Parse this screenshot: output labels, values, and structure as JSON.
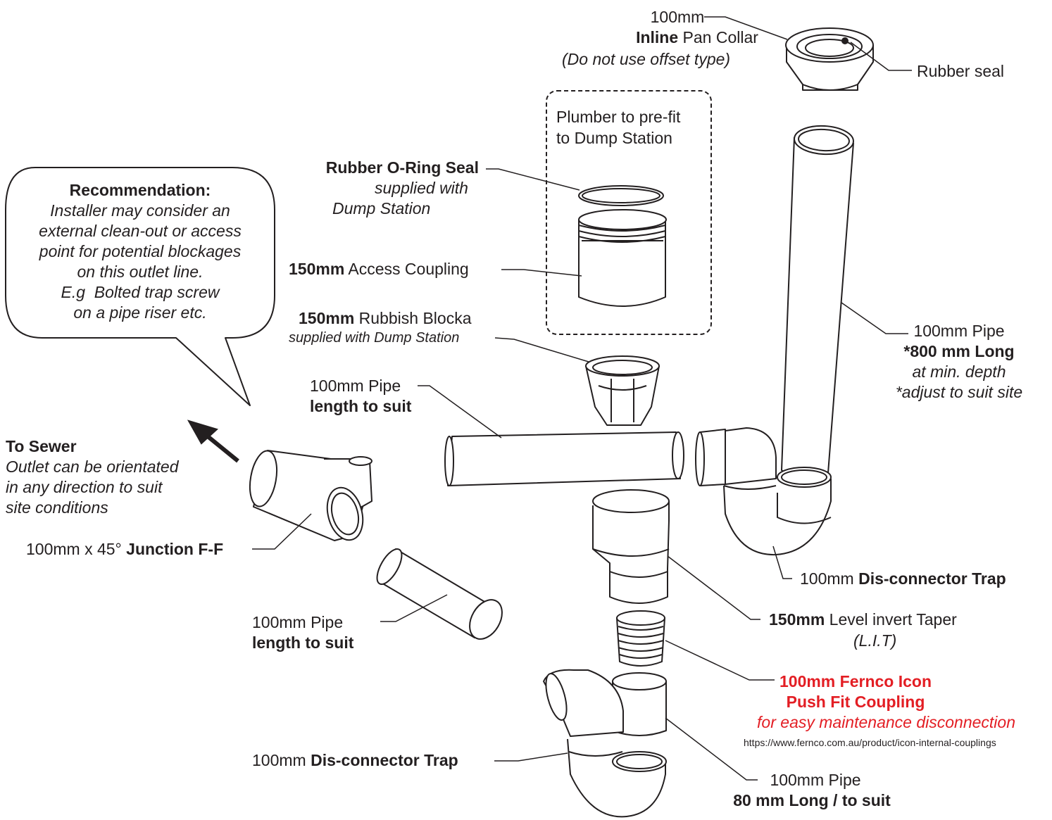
{
  "pan_collar": {
    "size": "100mm",
    "name_bold": "Inline",
    "name": " Pan Collar",
    "note": "(Do not use offset type)"
  },
  "rubber_seal": "Rubber seal",
  "prefit_box": {
    "line1": "Plumber to pre-fit",
    "line2": "to Dump Station"
  },
  "oring": {
    "name": "Rubber O-Ring Seal",
    "note1": "supplied with",
    "note2": "Dump Station"
  },
  "access_coupling": {
    "size": "150mm",
    "name": " Access Coupling"
  },
  "rubbish_blocka": {
    "size": "150mm",
    "name": " Rubbish Blocka",
    "note": "supplied with Dump Station"
  },
  "recommendation": {
    "heading": "Recommendation:",
    "lines": [
      "Installer may consider an",
      "external clean-out or access",
      "point for potential blockages",
      "on this outlet line.",
      "E.g  Bolted trap screw",
      "on a pipe riser etc."
    ]
  },
  "pipe_horizontal": {
    "size": "100mm Pipe",
    "length": "length to suit"
  },
  "pipe_vertical": {
    "size": "100mm Pipe",
    "length": "*800 mm Long",
    "note1": "at min. depth",
    "note2": "*adjust to suit site"
  },
  "to_sewer": {
    "heading": "To Sewer",
    "lines": [
      "Outlet can be orientated",
      "in any direction to suit",
      "site conditions"
    ]
  },
  "junction": {
    "prefix": "100mm x 45° ",
    "name": "Junction F-F"
  },
  "trap_right": {
    "size": "100mm ",
    "name": "Dis-connector Trap"
  },
  "lit": {
    "size": "150mm",
    "name": " Level invert Taper",
    "abbr": "(L.I.T)"
  },
  "pipe_left": {
    "size": "100mm Pipe",
    "length": "length to suit"
  },
  "fernco": {
    "line1": "100mm Fernco Icon",
    "line2": "Push Fit Coupling",
    "note": "for easy maintenance disconnection",
    "url": "https://www.fernco.com.au/product/icon-internal-couplings"
  },
  "trap_left": {
    "size": "100mm ",
    "name": "Dis-connector Trap"
  },
  "pipe_short": {
    "size": "100mm Pipe",
    "length": "80 mm Long / to suit"
  },
  "colors": {
    "ink": "#231f20",
    "highlight": "#e31e24",
    "background": "#ffffff"
  }
}
